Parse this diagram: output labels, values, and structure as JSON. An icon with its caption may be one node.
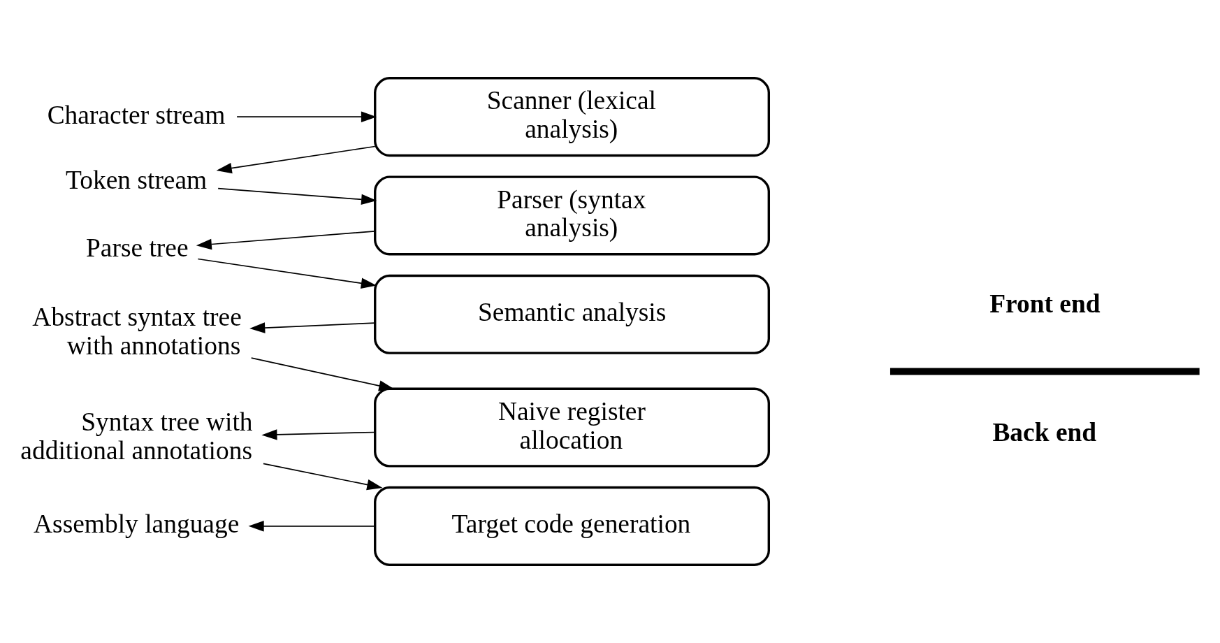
{
  "diagram": {
    "nodes": [
      {
        "text": [
          "Character stream"
        ]
      },
      {
        "text": [
          "Scanner (lexical analysis)"
        ]
      },
      {
        "text": [
          "Token stream"
        ]
      },
      {
        "text": [
          "Parser (syntax analysis)"
        ]
      },
      {
        "text": [
          "Parse tree"
        ]
      },
      {
        "text": [
          "Semantic analysis"
        ]
      },
      {
        "text": [
          "Abstract syntax tree with annotations"
        ]
      },
      {
        "text": [
          "Naive register allocation"
        ]
      },
      {
        "text": [
          "Syntax tree with additional annotations"
        ]
      },
      {
        "text": [
          "Target code generation"
        ]
      },
      {
        "text": [
          "Assembly language"
        ]
      }
    ],
    "edges": [
      {
        "from": 0,
        "to": 1,
        "arrow": "to"
      },
      {
        "from": 1,
        "to": 2,
        "arrow": "to"
      },
      {
        "from": 2,
        "to": 3,
        "arrow": "to"
      },
      {
        "from": 3,
        "to": 4,
        "arrow": "to"
      },
      {
        "from": 4,
        "to": 5,
        "arrow": "to"
      },
      {
        "from": 5,
        "to": 6,
        "arrow": "to"
      },
      {
        "from": 6,
        "to": 7,
        "arrow": "to"
      },
      {
        "from": 7,
        "to": 8,
        "arrow": "to"
      },
      {
        "from": 8,
        "to": 9,
        "arrow": "to"
      },
      {
        "from": 9,
        "to": 10,
        "arrow": "to"
      }
    ],
    "labels": [
      "Front end",
      "Back end"
    ]
  }
}
